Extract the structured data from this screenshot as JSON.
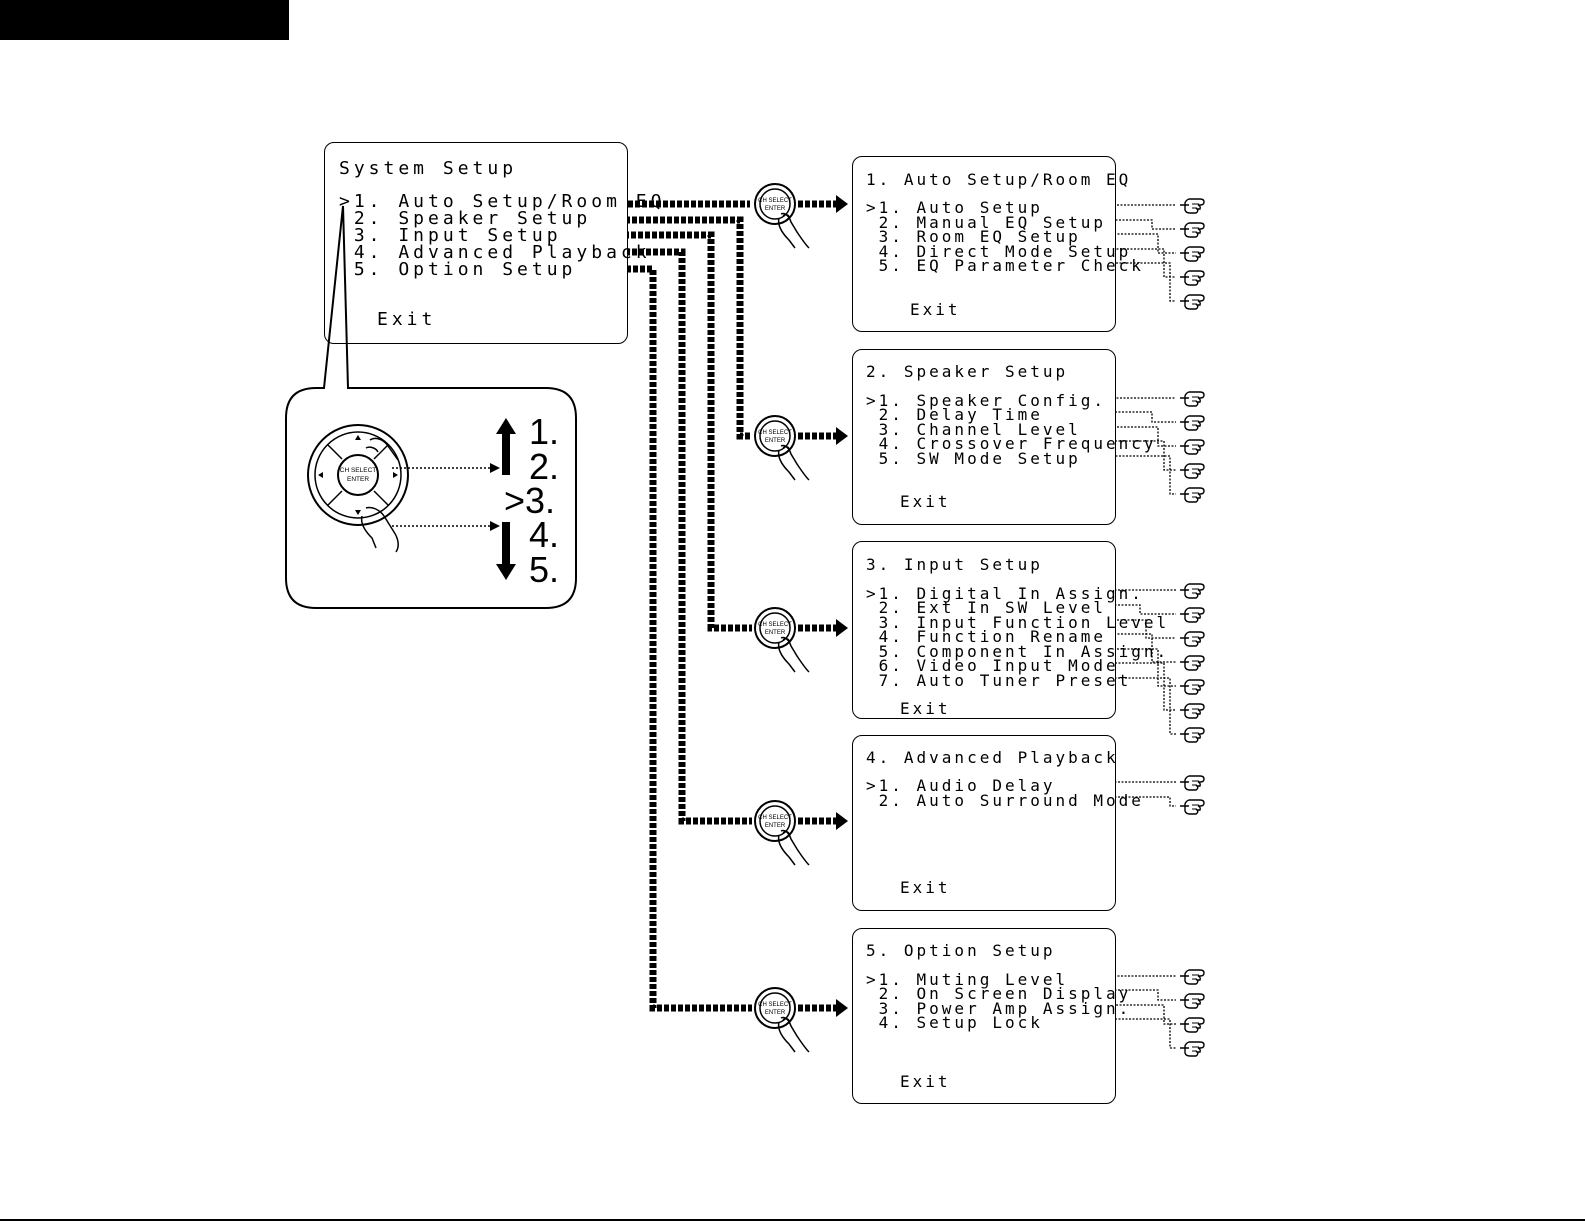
{
  "system_setup": {
    "title": "System Setup",
    "items": [
      {
        "label": ">1. Auto Setup/Room EQ"
      },
      {
        "label": " 2. Speaker Setup"
      },
      {
        "label": " 3. Input Setup"
      },
      {
        "label": " 4. Advanced Playback"
      },
      {
        "label": " 5. Option Setup"
      }
    ],
    "exit": "Exit"
  },
  "callout": {
    "numbers": [
      "1.",
      "2.",
      ">3.",
      "4.",
      "5."
    ],
    "button_line1": "CH SELECT",
    "button_line2": "ENTER"
  },
  "submenus": [
    {
      "title": "1. Auto Setup/Room EQ",
      "items": [
        ">1. Auto Setup",
        " 2. Manual EQ Setup",
        " 3. Room EQ Setup",
        " 4. Direct Mode Setup",
        " 5. EQ Parameter Check"
      ],
      "exit": "Exit"
    },
    {
      "title": "2. Speaker Setup",
      "items": [
        ">1. Speaker Config.",
        " 2. Delay Time",
        " 3. Channel Level",
        " 4. Crossover Frequency",
        " 5. SW Mode Setup"
      ],
      "exit": "Exit"
    },
    {
      "title": "3. Input Setup",
      "items": [
        ">1. Digital In Assign.",
        " 2. Ext In SW Level",
        " 3. Input Function Level",
        " 4. Function Rename",
        " 5. Component In Assign.",
        " 6. Video Input Mode",
        " 7. Auto Tuner Preset"
      ],
      "exit": "Exit"
    },
    {
      "title": "4. Advanced Playback",
      "items": [
        ">1. Audio Delay",
        " 2. Auto Surround Mode"
      ],
      "exit": "Exit"
    },
    {
      "title": "5. Option Setup",
      "items": [
        ">1. Muting Level",
        " 2. On Screen Display",
        " 3. Power Amp Assign.",
        " 4. Setup Lock"
      ],
      "exit": "Exit"
    }
  ],
  "enter_button": {
    "line1": "CH SELECT",
    "line2": "ENTER"
  },
  "icons": {
    "pointer": "pointing-hand-icon",
    "press": "finger-press-icon"
  }
}
